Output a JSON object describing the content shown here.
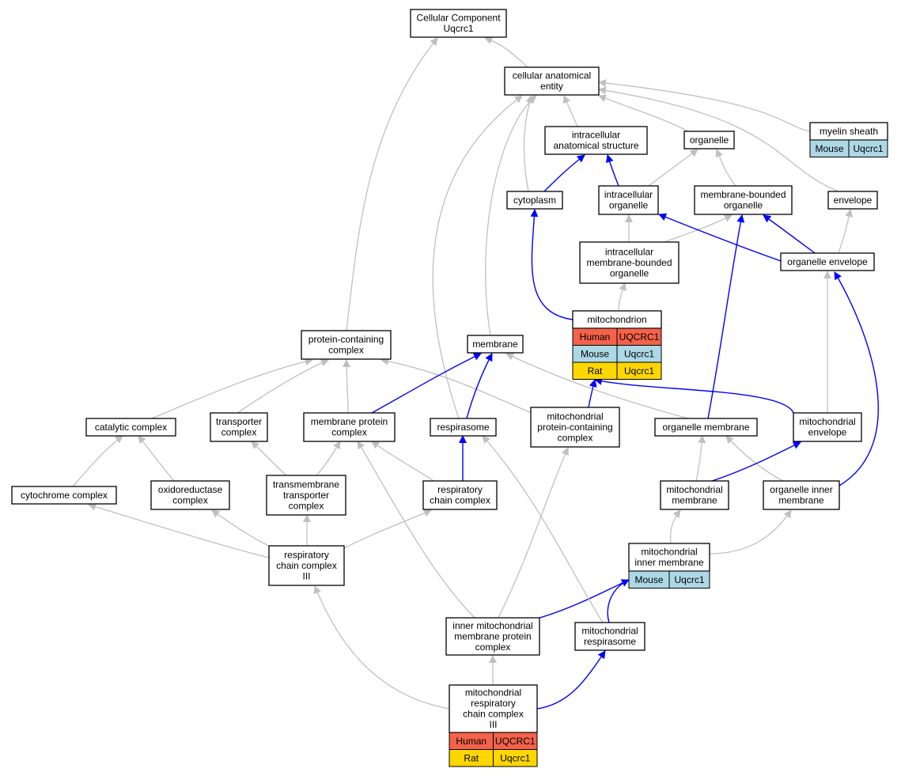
{
  "diagram": {
    "nodes": {
      "root": {
        "lines": [
          "Cellular Component",
          "Uqcrc1"
        ]
      },
      "cae": {
        "lines": [
          "cellular anatomical",
          "entity"
        ]
      },
      "ias": {
        "lines": [
          "intracellular",
          "anatomical structure"
        ]
      },
      "organelle": {
        "lines": [
          "organelle"
        ]
      },
      "myelin": {
        "lines": [
          "myelin sheath"
        ],
        "annotations": [
          [
            "Mouse",
            "Uqcrc1"
          ]
        ]
      },
      "cytoplasm": {
        "lines": [
          "cytoplasm"
        ]
      },
      "intorg": {
        "lines": [
          "intracellular",
          "organelle"
        ]
      },
      "mbo": {
        "lines": [
          "membrane-bounded",
          "organelle"
        ]
      },
      "envelope": {
        "lines": [
          "envelope"
        ]
      },
      "imbo": {
        "lines": [
          "intracellular",
          "membrane-bounded",
          "organelle"
        ]
      },
      "orgenv": {
        "lines": [
          "organelle envelope"
        ]
      },
      "mito": {
        "lines": [
          "mitochondrion"
        ],
        "annotations": [
          [
            "Human",
            "UQCRC1"
          ],
          [
            "Mouse",
            "Uqcrc1"
          ],
          [
            "Rat",
            "Uqcrc1"
          ]
        ]
      },
      "pcc": {
        "lines": [
          "protein-containing",
          "complex"
        ]
      },
      "membrane": {
        "lines": [
          "membrane"
        ]
      },
      "catcomp": {
        "lines": [
          "catalytic complex"
        ]
      },
      "transcomp": {
        "lines": [
          "transporter",
          "complex"
        ]
      },
      "mpc": {
        "lines": [
          "membrane protein",
          "complex"
        ]
      },
      "respirasome": {
        "lines": [
          "respirasome"
        ]
      },
      "mpcc": {
        "lines": [
          "mitochondrial",
          "protein-containing",
          "complex"
        ]
      },
      "orgmem": {
        "lines": [
          "organelle membrane"
        ]
      },
      "mitoenv": {
        "lines": [
          "mitochondrial",
          "envelope"
        ]
      },
      "cytcomp": {
        "lines": [
          "cytochrome complex"
        ]
      },
      "oxred": {
        "lines": [
          "oxidoreductase",
          "complex"
        ]
      },
      "tmtc": {
        "lines": [
          "transmembrane",
          "transporter",
          "complex"
        ]
      },
      "rcc": {
        "lines": [
          "respiratory",
          "chain complex"
        ]
      },
      "mitomem": {
        "lines": [
          "mitochondrial",
          "membrane"
        ]
      },
      "oim": {
        "lines": [
          "organelle inner",
          "membrane"
        ]
      },
      "rcc3": {
        "lines": [
          "respiratory",
          "chain complex",
          "III"
        ]
      },
      "mim": {
        "lines": [
          "mitochondrial",
          "inner membrane"
        ],
        "annotations": [
          [
            "Mouse",
            "Uqcrc1"
          ]
        ]
      },
      "imdpc": {
        "lines": [
          "inner mitochondrial",
          "membrane protein",
          "complex"
        ]
      },
      "mresp": {
        "lines": [
          "mitochondrial",
          "respirasome"
        ]
      },
      "mrcc3": {
        "lines": [
          "mitochondrial",
          "respiratory",
          "chain complex",
          "III"
        ],
        "annotations": [
          [
            "Human",
            "UQCRC1"
          ],
          [
            "Rat",
            "Uqcrc1"
          ]
        ]
      }
    },
    "edges": [
      {
        "from": "cae",
        "to": "root",
        "type": "is_a"
      },
      {
        "from": "pcc",
        "to": "root",
        "type": "is_a"
      },
      {
        "from": "ias",
        "to": "cae",
        "type": "is_a"
      },
      {
        "from": "organelle",
        "to": "cae",
        "type": "is_a"
      },
      {
        "from": "myelin",
        "to": "cae",
        "type": "is_a"
      },
      {
        "from": "envelope",
        "to": "cae",
        "type": "is_a"
      },
      {
        "from": "cytoplasm",
        "to": "cae",
        "type": "is_a"
      },
      {
        "from": "membrane",
        "to": "cae",
        "type": "is_a"
      },
      {
        "from": "respirasome",
        "to": "cae",
        "type": "is_a"
      },
      {
        "from": "cytoplasm",
        "to": "ias",
        "type": "part_of"
      },
      {
        "from": "intorg",
        "to": "ias",
        "type": "part_of"
      },
      {
        "from": "intorg",
        "to": "organelle",
        "type": "is_a"
      },
      {
        "from": "mbo",
        "to": "organelle",
        "type": "is_a"
      },
      {
        "from": "imbo",
        "to": "intorg",
        "type": "is_a"
      },
      {
        "from": "imbo",
        "to": "mbo",
        "type": "is_a"
      },
      {
        "from": "orgenv",
        "to": "intorg",
        "type": "part_of"
      },
      {
        "from": "orgenv",
        "to": "mbo",
        "type": "part_of"
      },
      {
        "from": "orgenv",
        "to": "envelope",
        "type": "is_a"
      },
      {
        "from": "mito",
        "to": "imbo",
        "type": "is_a"
      },
      {
        "from": "mito",
        "to": "cytoplasm",
        "type": "part_of"
      },
      {
        "from": "catcomp",
        "to": "pcc",
        "type": "is_a"
      },
      {
        "from": "transcomp",
        "to": "pcc",
        "type": "is_a"
      },
      {
        "from": "mpc",
        "to": "pcc",
        "type": "is_a"
      },
      {
        "from": "mpcc",
        "to": "pcc",
        "type": "is_a"
      },
      {
        "from": "mpc",
        "to": "membrane",
        "type": "part_of"
      },
      {
        "from": "respirasome",
        "to": "membrane",
        "type": "part_of"
      },
      {
        "from": "orgmem",
        "to": "membrane",
        "type": "is_a"
      },
      {
        "from": "orgmem",
        "to": "mbo",
        "type": "part_of"
      },
      {
        "from": "mitoenv",
        "to": "orgenv",
        "type": "is_a"
      },
      {
        "from": "mitoenv",
        "to": "mito",
        "type": "part_of"
      },
      {
        "from": "mpcc",
        "to": "mito",
        "type": "part_of"
      },
      {
        "from": "cytcomp",
        "to": "catcomp",
        "type": "is_a"
      },
      {
        "from": "oxred",
        "to": "catcomp",
        "type": "is_a"
      },
      {
        "from": "tmtc",
        "to": "transcomp",
        "type": "is_a"
      },
      {
        "from": "tmtc",
        "to": "mpc",
        "type": "is_a"
      },
      {
        "from": "rcc",
        "to": "mpc",
        "type": "is_a"
      },
      {
        "from": "rcc",
        "to": "respirasome",
        "type": "part_of"
      },
      {
        "from": "mitomem",
        "to": "orgmem",
        "type": "is_a"
      },
      {
        "from": "oim",
        "to": "orgmem",
        "type": "is_a"
      },
      {
        "from": "mitomem",
        "to": "mitoenv",
        "type": "part_of"
      },
      {
        "from": "oim",
        "to": "orgenv",
        "type": "part_of"
      },
      {
        "from": "rcc3",
        "to": "cytcomp",
        "type": "is_a"
      },
      {
        "from": "rcc3",
        "to": "oxred",
        "type": "is_a"
      },
      {
        "from": "rcc3",
        "to": "tmtc",
        "type": "is_a"
      },
      {
        "from": "rcc3",
        "to": "rcc",
        "type": "is_a"
      },
      {
        "from": "mim",
        "to": "mitomem",
        "type": "is_a"
      },
      {
        "from": "mim",
        "to": "oim",
        "type": "is_a"
      },
      {
        "from": "imdpc",
        "to": "mpc",
        "type": "is_a"
      },
      {
        "from": "imdpc",
        "to": "mpcc",
        "type": "is_a"
      },
      {
        "from": "imdpc",
        "to": "mim",
        "type": "part_of"
      },
      {
        "from": "mresp",
        "to": "respirasome",
        "type": "is_a"
      },
      {
        "from": "mresp",
        "to": "mim",
        "type": "part_of"
      },
      {
        "from": "mrcc3",
        "to": "rcc3",
        "type": "is_a"
      },
      {
        "from": "mrcc3",
        "to": "imdpc",
        "type": "is_a"
      },
      {
        "from": "mrcc3",
        "to": "mresp",
        "type": "part_of"
      }
    ]
  },
  "colors": {
    "Human": "#f4624a",
    "Mouse": "#add8e6",
    "Rat": "#ffd700",
    "is_a": "#c0c0c0",
    "part_of": "#0000ff"
  }
}
